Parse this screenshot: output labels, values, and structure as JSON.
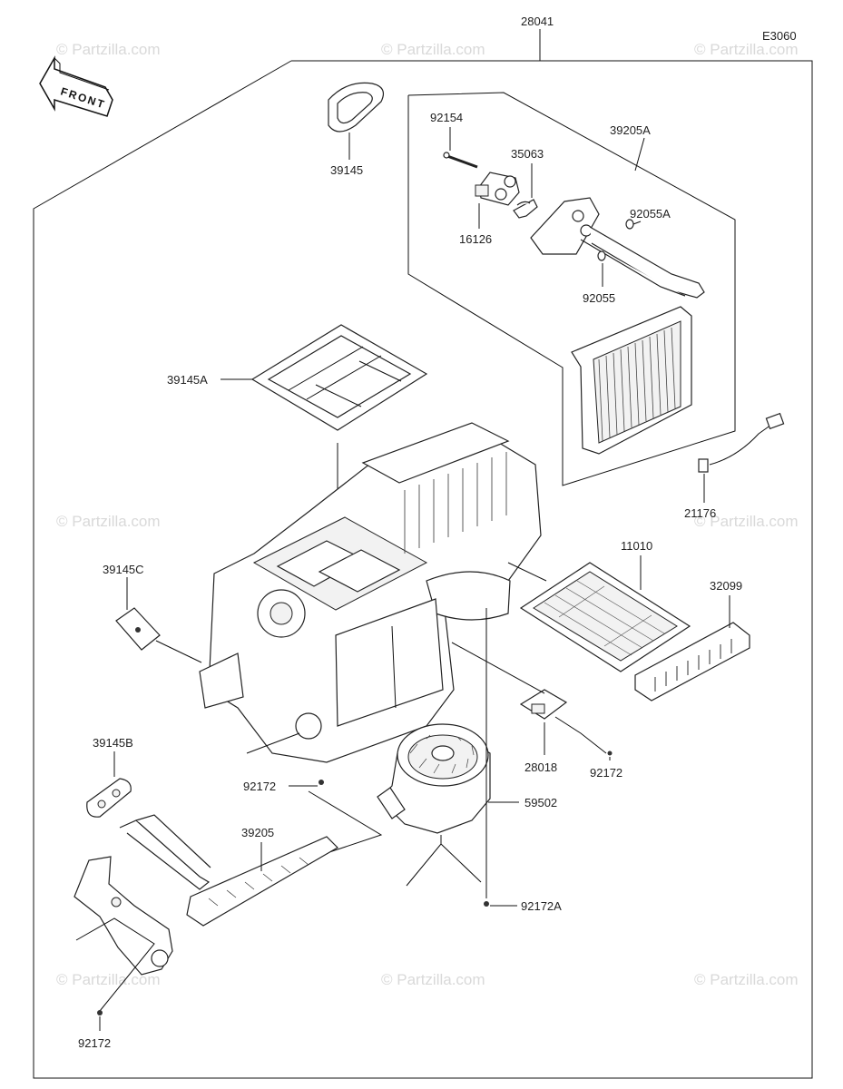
{
  "diagram_code": "E3060",
  "direction_label": "FRONT",
  "watermark_text": "© Partzilla.com",
  "parts": {
    "p28041": "28041",
    "p39145": "39145",
    "p92154": "92154",
    "p35063": "35063",
    "p39205A": "39205A",
    "p16126": "16126",
    "p92055A": "92055A",
    "p92055": "92055",
    "p39145A": "39145A",
    "p21176": "21176",
    "p39145C": "39145C",
    "p11010": "11010",
    "p32099": "32099",
    "p39145B": "39145B",
    "p28018": "28018",
    "p92172_mid": "92172",
    "p92172_right": "92172",
    "p59502": "59502",
    "p39205": "39205",
    "p92172A": "92172A",
    "p92172_bottom": "92172"
  }
}
